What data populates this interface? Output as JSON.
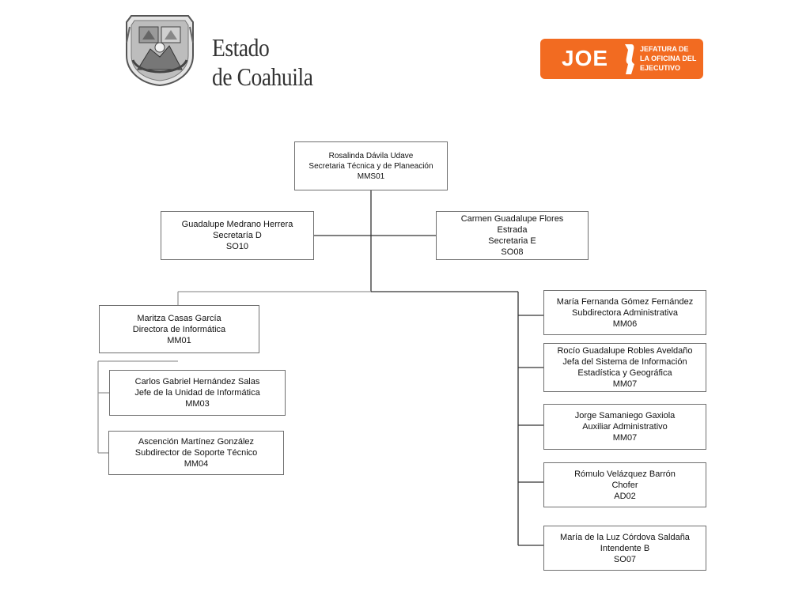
{
  "header": {
    "state_line1": "Estado",
    "state_line2": "de Coahuila",
    "joe_word": "JOE",
    "joe_sub_line1": "JEFATURA DE",
    "joe_sub_line2": "LA OFICINA DEL",
    "joe_sub_line3": "EJECUTIVO",
    "joe_color": "#f26b21"
  },
  "nodes": {
    "root": {
      "name": "Rosalinda Dávila Udave",
      "title": "Secretaria Técnica y de Planeación",
      "code": "MMS01"
    },
    "sec_d": {
      "name": "Guadalupe Medrano Herrera",
      "title": "Secretaría D",
      "code": "SO10"
    },
    "sec_e": {
      "name1": "Carmen Guadalupe Flores",
      "name2": "Estrada",
      "title": "Secretaria E",
      "code": "SO08"
    },
    "dir_inf": {
      "name": "Maritza Casas García",
      "title": "Directora de  Informática",
      "code": "MM01"
    },
    "jefe_inf": {
      "name": "Carlos Gabriel Hernández Salas",
      "title": "Jefe de la Unidad de Informática",
      "code": "MM03"
    },
    "sub_sop": {
      "name": "Ascención Martínez González",
      "title": "Subdirector de Soporte Técnico",
      "code": "MM04"
    },
    "sub_adm": {
      "name": "María Fernanda Gómez Fernández",
      "title": "Subdirectora Administrativa",
      "code": "MM06"
    },
    "jefa_sis": {
      "name": "Rocío Guadalupe Robles Aveldaño",
      "title1": "Jefa del Sistema de Información",
      "title2": "Estadística y Geográfica",
      "code": "MM07"
    },
    "aux_adm": {
      "name": "Jorge Samaniego Gaxiola",
      "title": "Auxiliar Administrativo",
      "code": "MM07"
    },
    "chofer": {
      "name": "Rómulo Velázquez  Barrón",
      "title": "Chofer",
      "code": "AD02"
    },
    "intend": {
      "name": "María de la Luz  Córdova Saldaña",
      "title": "Intendente B",
      "code": "SO07"
    }
  }
}
